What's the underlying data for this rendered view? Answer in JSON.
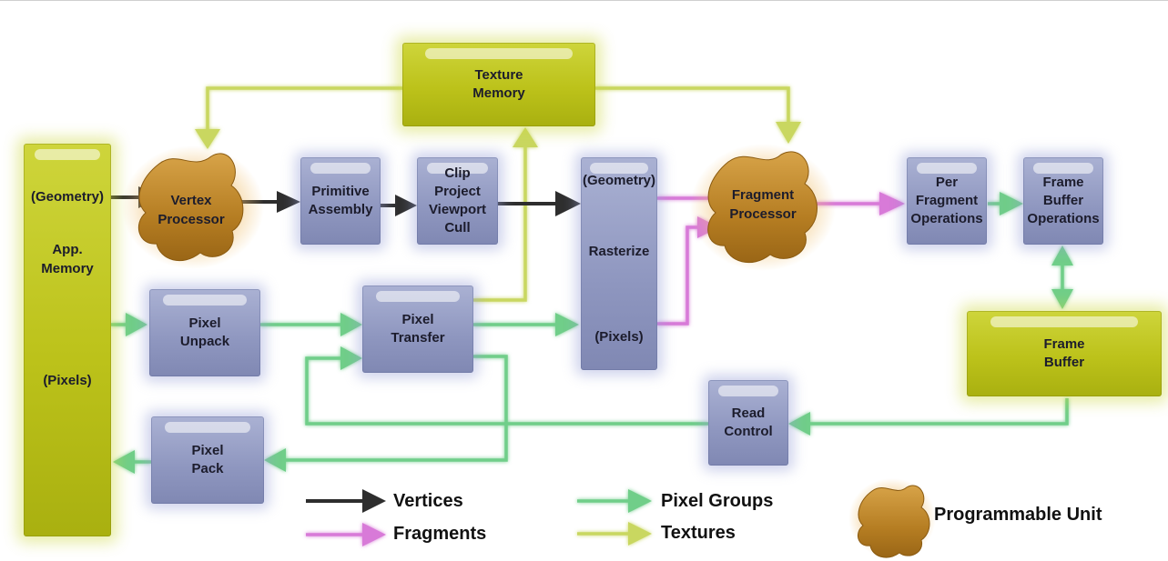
{
  "nodes": {
    "app_memory": {
      "label": "App.\nMemory",
      "geometry": "(Geometry)",
      "pixels": "(Pixels)"
    },
    "texture_memory": "Texture\nMemory",
    "vertex_processor": "Vertex\nProcessor",
    "primitive_assembly": "Primitive\nAssembly",
    "clip": "Clip\nProject\nViewport\nCull",
    "rasterize": {
      "geometry": "(Geometry)",
      "label": "Rasterize",
      "pixels": "(Pixels)"
    },
    "fragment_processor": "Fragment\nProcessor",
    "per_fragment": "Per\nFragment\nOperations",
    "frame_buffer_ops": "Frame\nBuffer\nOperations",
    "frame_buffer": "Frame\nBuffer",
    "pixel_unpack": "Pixel\nUnpack",
    "pixel_transfer": "Pixel\nTransfer",
    "read_control": "Read\nControl",
    "pixel_pack": "Pixel\nPack"
  },
  "legend": {
    "vertices": "Vertices",
    "fragments": "Fragments",
    "pixel_groups": "Pixel Groups",
    "textures": "Textures",
    "programmable": "Programmable Unit"
  },
  "colors": {
    "vertices": "#2e2e2e",
    "fragments": "#d87ad8",
    "pixel_groups": "#6fce89",
    "textures": "#c7d65f",
    "programmable": "#c08a2a",
    "box_blue": "#959dc4",
    "box_olive": "#bcc21a"
  }
}
